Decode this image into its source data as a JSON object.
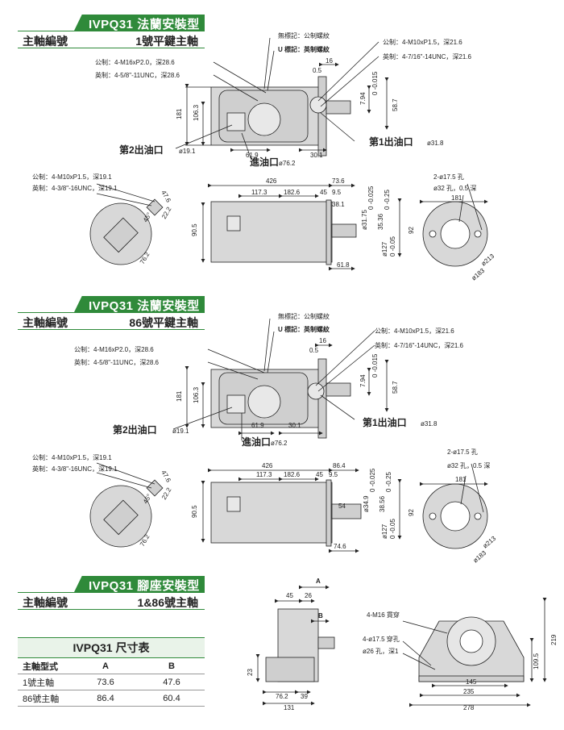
{
  "sections": [
    {
      "title": "IVPQ31 法蘭安裝型",
      "key_label": "主軸編號",
      "key_value": "1號平鍵主軸"
    },
    {
      "title": "IVPQ31 法蘭安裝型",
      "key_label": "主軸編號",
      "key_value": "86號平鍵主軸"
    },
    {
      "title": "IVPQ31 腳座安裝型",
      "key_label": "主軸編號",
      "key_value": "1&86號主軸"
    }
  ],
  "labels": {
    "no_mark": "無標記：公制螺紋",
    "u_mark": "U 標記：英制螺紋",
    "metric_m10_216": "公制：4-M10xP1.5，深21.6",
    "imperial_716_216": "英制：4-7/16\"-14UNC，深21.6",
    "metric_m16": "公制：4-M16xP2.0，深28.6",
    "imperial_58": "英制：4-5/8\"-11UNC，深28.6",
    "metric_m10_191": "公制：4-M10xP1.5，深19.1",
    "imperial_38": "英制：4-3/8\"-16UNC，深19.1",
    "holes_175": "2-ø17.5 孔",
    "holes_32": "ø32 孔，0.5 深",
    "m16_thru": "4-M16 貫穿",
    "holes_175_thru": "4-ø17.5 穿孔",
    "holes_26": "ø26 孔，深1"
  },
  "ports": {
    "outlet2": "第2出油口",
    "outlet2_dia": "ø19.1",
    "outlet1": "第1出油口",
    "outlet1_dia": "ø31.8",
    "inlet": "進油口",
    "inlet_dia": "ø76.2"
  },
  "dims_common": {
    "d16": "16",
    "d05": "0.5",
    "d181": "181",
    "d1063": "106.3",
    "d619": "61.9",
    "d301": "30.1",
    "d794": "7.94",
    "d794_tol": "0 -0.015",
    "d587": "58.7",
    "d426": "426",
    "d1173": "117.3",
    "d1826": "182.6",
    "d45": "45",
    "d95": "9.5",
    "d905": "90.5",
    "d476": "47.6",
    "d222": "22.2",
    "d762": "76.2",
    "d45deg": "45°",
    "d127": "ø127",
    "d127_tol": "0 -0.05",
    "d92": "92",
    "d213": "ø213",
    "d183": "ø183",
    "d181b": "181"
  },
  "dims_s1": {
    "d736": "73.6",
    "d381": "38.1",
    "d3175": "ø31.75",
    "d3175_tol": "0 -0.025",
    "d3536": "35.36",
    "d3536_tol": "0 -0.25",
    "d618": "61.8"
  },
  "dims_s2": {
    "d864": "86.4",
    "d349": "ø34.9",
    "d349_tol": "0 -0.025",
    "d3856": "38.56",
    "d3856_tol": "0 -0.25",
    "d54": "54",
    "d746": "74.6"
  },
  "foot_dims": {
    "A": "A",
    "B": "B",
    "d45": "45",
    "d26": "26",
    "d23": "23",
    "d762": "76.2",
    "d39": "39",
    "d131": "131",
    "d145": "145",
    "d235": "235",
    "d278": "278",
    "d1095": "109.5",
    "d219": "219"
  },
  "table": {
    "title": "IVPQ31 尺寸表",
    "headers": [
      "主軸型式",
      "A",
      "B"
    ],
    "rows": [
      [
        "1號主軸",
        "73.6",
        "47.6"
      ],
      [
        "86號主軸",
        "86.4",
        "60.4"
      ]
    ]
  },
  "colors": {
    "accent": "#2f8a3a",
    "line": "#222222",
    "body": "#d8d8d8"
  }
}
